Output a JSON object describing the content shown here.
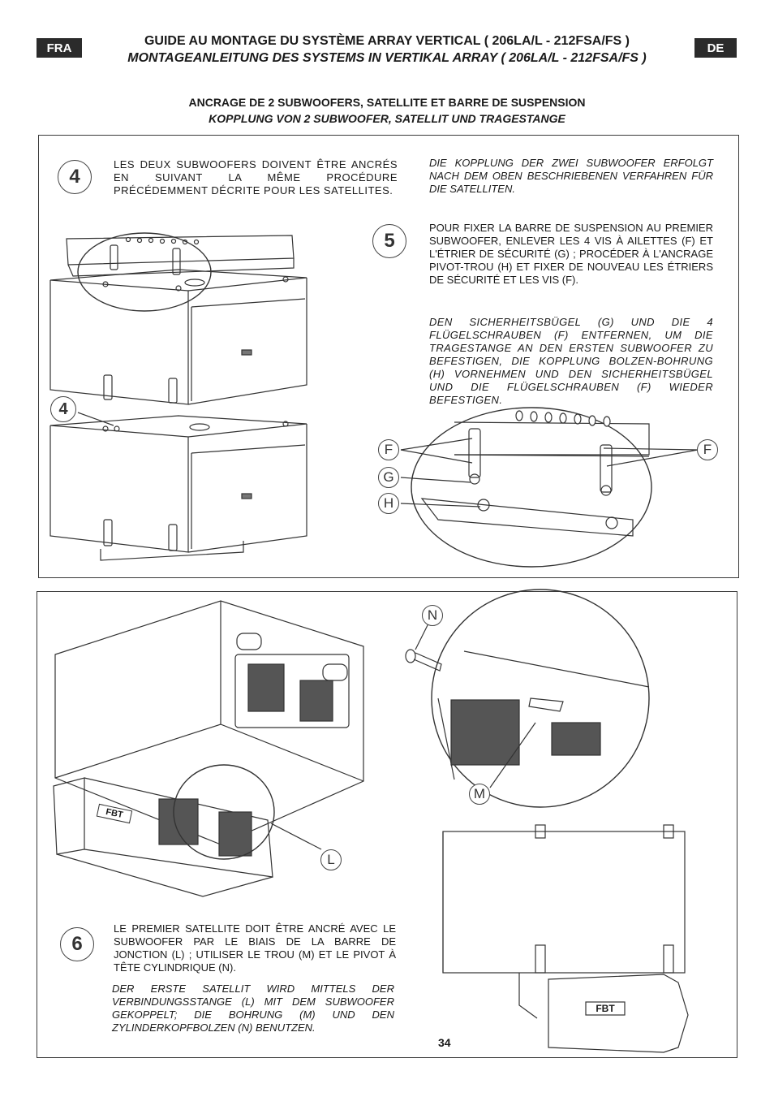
{
  "header": {
    "badge_left": "FRA",
    "badge_right": "DE",
    "title_fr": "GUIDE AU MONTAGE DU SYSTÈME ARRAY VERTICAL ( 206LA/L - 212FSA/FS )",
    "title_de": "MONTAGEANLEITUNG DES SYSTEMS IN VERTIKAL ARRAY ( 206LA/L - 212FSA/FS )"
  },
  "section": {
    "title_fr": "ANCRAGE DE 2 SUBWOOFERS, SATELLITE  ET  BARRE DE SUSPENSION",
    "title_de": "KOPPLUNG VON 2 SUBWOOFER,  SATELLIT UND TRAGESTANGE"
  },
  "step4": {
    "number": "4",
    "text_fr": "LES DEUX SUBWOOFERS DOIVENT ÊTRE ANCRÉS EN SUIVANT LA MÊME PROCÉDURE PRÉCÉDEMMENT DÉCRITE POUR LES SATELLITES.",
    "text_de": "DIE KOPPLUNG DER ZWEI SUBWOOFER ERFOLGT NACH DEM OBEN BESCHRIEBENEN VERFAHREN FÜR DIE SATELLITEN."
  },
  "step5": {
    "number": "5",
    "text_fr": "POUR FIXER LA BARRE DE SUSPENSION AU PREMIER SUBWOOFER, ENLEVER LES 4 VIS À AILETTES (F) ET L'ÉTRIER DE SÉCURITÉ (G) ; PROCÉDER À L'ANCRAGE PIVOT-TROU (H) ET FIXER DE NOUVEAU LES ÉTRIERS DE SÉCURITÉ ET LES VIS (F).",
    "text_de": "DEN SICHERHEITSBÜGEL (G) UND DIE 4 FLÜGELSCHRAUBEN (F) ENTFERNEN, UM DIE TRAGESTANGE AN DEN ERSTEN SUBWOOFER ZU BEFESTIGEN, DIE KOPPLUNG BOLZEN-BOHRUNG (H) VORNEHMEN UND DEN SICHERHEITSBÜGEL UND DIE FLÜGELSCHRAUBEN (F) WIEDER BEFESTIGEN."
  },
  "step6": {
    "number": "6",
    "text_fr": "LE PREMIER SATELLITE DOIT ÊTRE ANCRÉ AVEC LE SUBWOOFER PAR LE BIAIS DE LA BARRE DE JONCTION (L) ; UTILISER LE TROU (M) ET LE PIVOT À TÊTE CYLINDRIQUE (N).",
    "text_de": "DER ERSTE SATELLIT WIRD MITTELS DER VERBINDUNGSSTANGE (L) MIT DEM SUBWOOFER GEKOPPELT; DIE BOHRUNG (M) UND DEN ZYLINDERKOPFBOLZEN (N) BENUTZEN."
  },
  "callouts": {
    "f_left": "F",
    "f_right": "F",
    "g": "G",
    "h": "H",
    "n": "N",
    "m": "M",
    "l": "L",
    "step4_small": "4"
  },
  "brand": {
    "logo_text": "FBT"
  },
  "page_number": "34"
}
